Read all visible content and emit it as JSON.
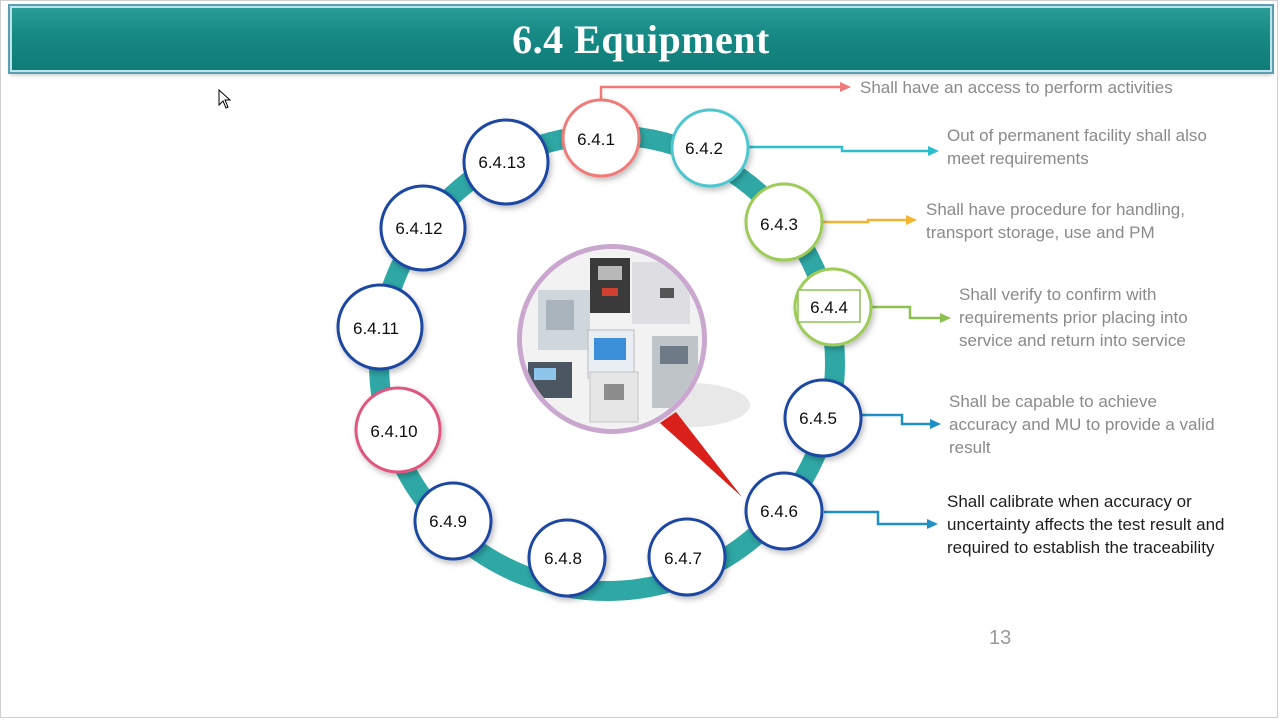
{
  "header": {
    "title": "6.4 Equipment"
  },
  "nodes": [
    {
      "id": "n1",
      "label": "6.4.1",
      "ring": "#f07a78"
    },
    {
      "id": "n2",
      "label": "6.4.2",
      "ring": "#4ec7cf"
    },
    {
      "id": "n3",
      "label": "6.4.3",
      "ring": "#9ccc55"
    },
    {
      "id": "n4",
      "label": "6.4.4",
      "ring": "#9ccc55"
    },
    {
      "id": "n5",
      "label": "6.4.5",
      "ring": "#1a47a3"
    },
    {
      "id": "n6",
      "label": "6.4.6",
      "ring": "#1a47a3"
    },
    {
      "id": "n7",
      "label": "6.4.7",
      "ring": "#1a47a3"
    },
    {
      "id": "n8",
      "label": "6.4.8",
      "ring": "#1a47a3"
    },
    {
      "id": "n9",
      "label": "6.4.9",
      "ring": "#1a47a3"
    },
    {
      "id": "n10",
      "label": "6.4.10",
      "ring": "#e0577f"
    },
    {
      "id": "n11",
      "label": "6.4.11",
      "ring": "#1a47a3"
    },
    {
      "id": "n12",
      "label": "6.4.12",
      "ring": "#1a47a3"
    },
    {
      "id": "n13",
      "label": "6.4.13",
      "ring": "#1a47a3"
    }
  ],
  "descriptions": [
    {
      "id": "d1",
      "text": "Shall have an access to perform activities"
    },
    {
      "id": "d2",
      "text": "Out of permanent facility shall also\nmeet requirements"
    },
    {
      "id": "d3",
      "text": "Shall have procedure for handling,\ntransport storage, use and PM"
    },
    {
      "id": "d4",
      "text": "Shall verify to confirm with\nrequirements prior placing into\nservice and return into service"
    },
    {
      "id": "d5",
      "text": "Shall be capable to achieve\naccuracy and MU to provide a valid\nresult"
    },
    {
      "id": "d6",
      "text": "Shall calibrate when accuracy or\nuncertainty affects the test result and\nrequired to establish the traceability"
    }
  ],
  "colors": {
    "ring_track": "#2ea7a5",
    "arrow_1": "#f07a78",
    "arrow_2": "#2bbfcc",
    "arrow_3": "#f2b431",
    "arrow_4": "#8cc152",
    "arrow_5": "#1f8fc6",
    "arrow_6": "#1f8fc6",
    "pointer": "#d9201b"
  },
  "footer": {
    "page_number": "13"
  }
}
